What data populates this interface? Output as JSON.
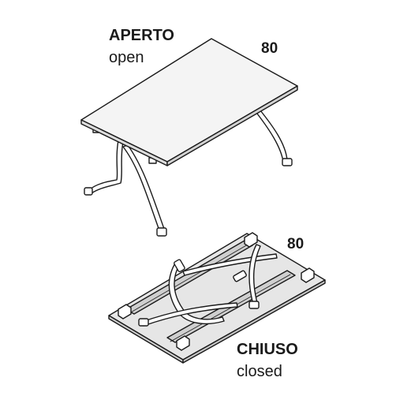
{
  "open_table": {
    "title": "APERTO",
    "subtitle": "open",
    "dimension": "80"
  },
  "closed_table": {
    "title": "CHIUSO",
    "subtitle": "closed",
    "dimension": "80"
  },
  "colors": {
    "line": "#1a1a1a",
    "tabletop_fill": "#f4f4f4",
    "board_fill": "#e6e6e6",
    "rail_fill": "#cfcfcf"
  }
}
